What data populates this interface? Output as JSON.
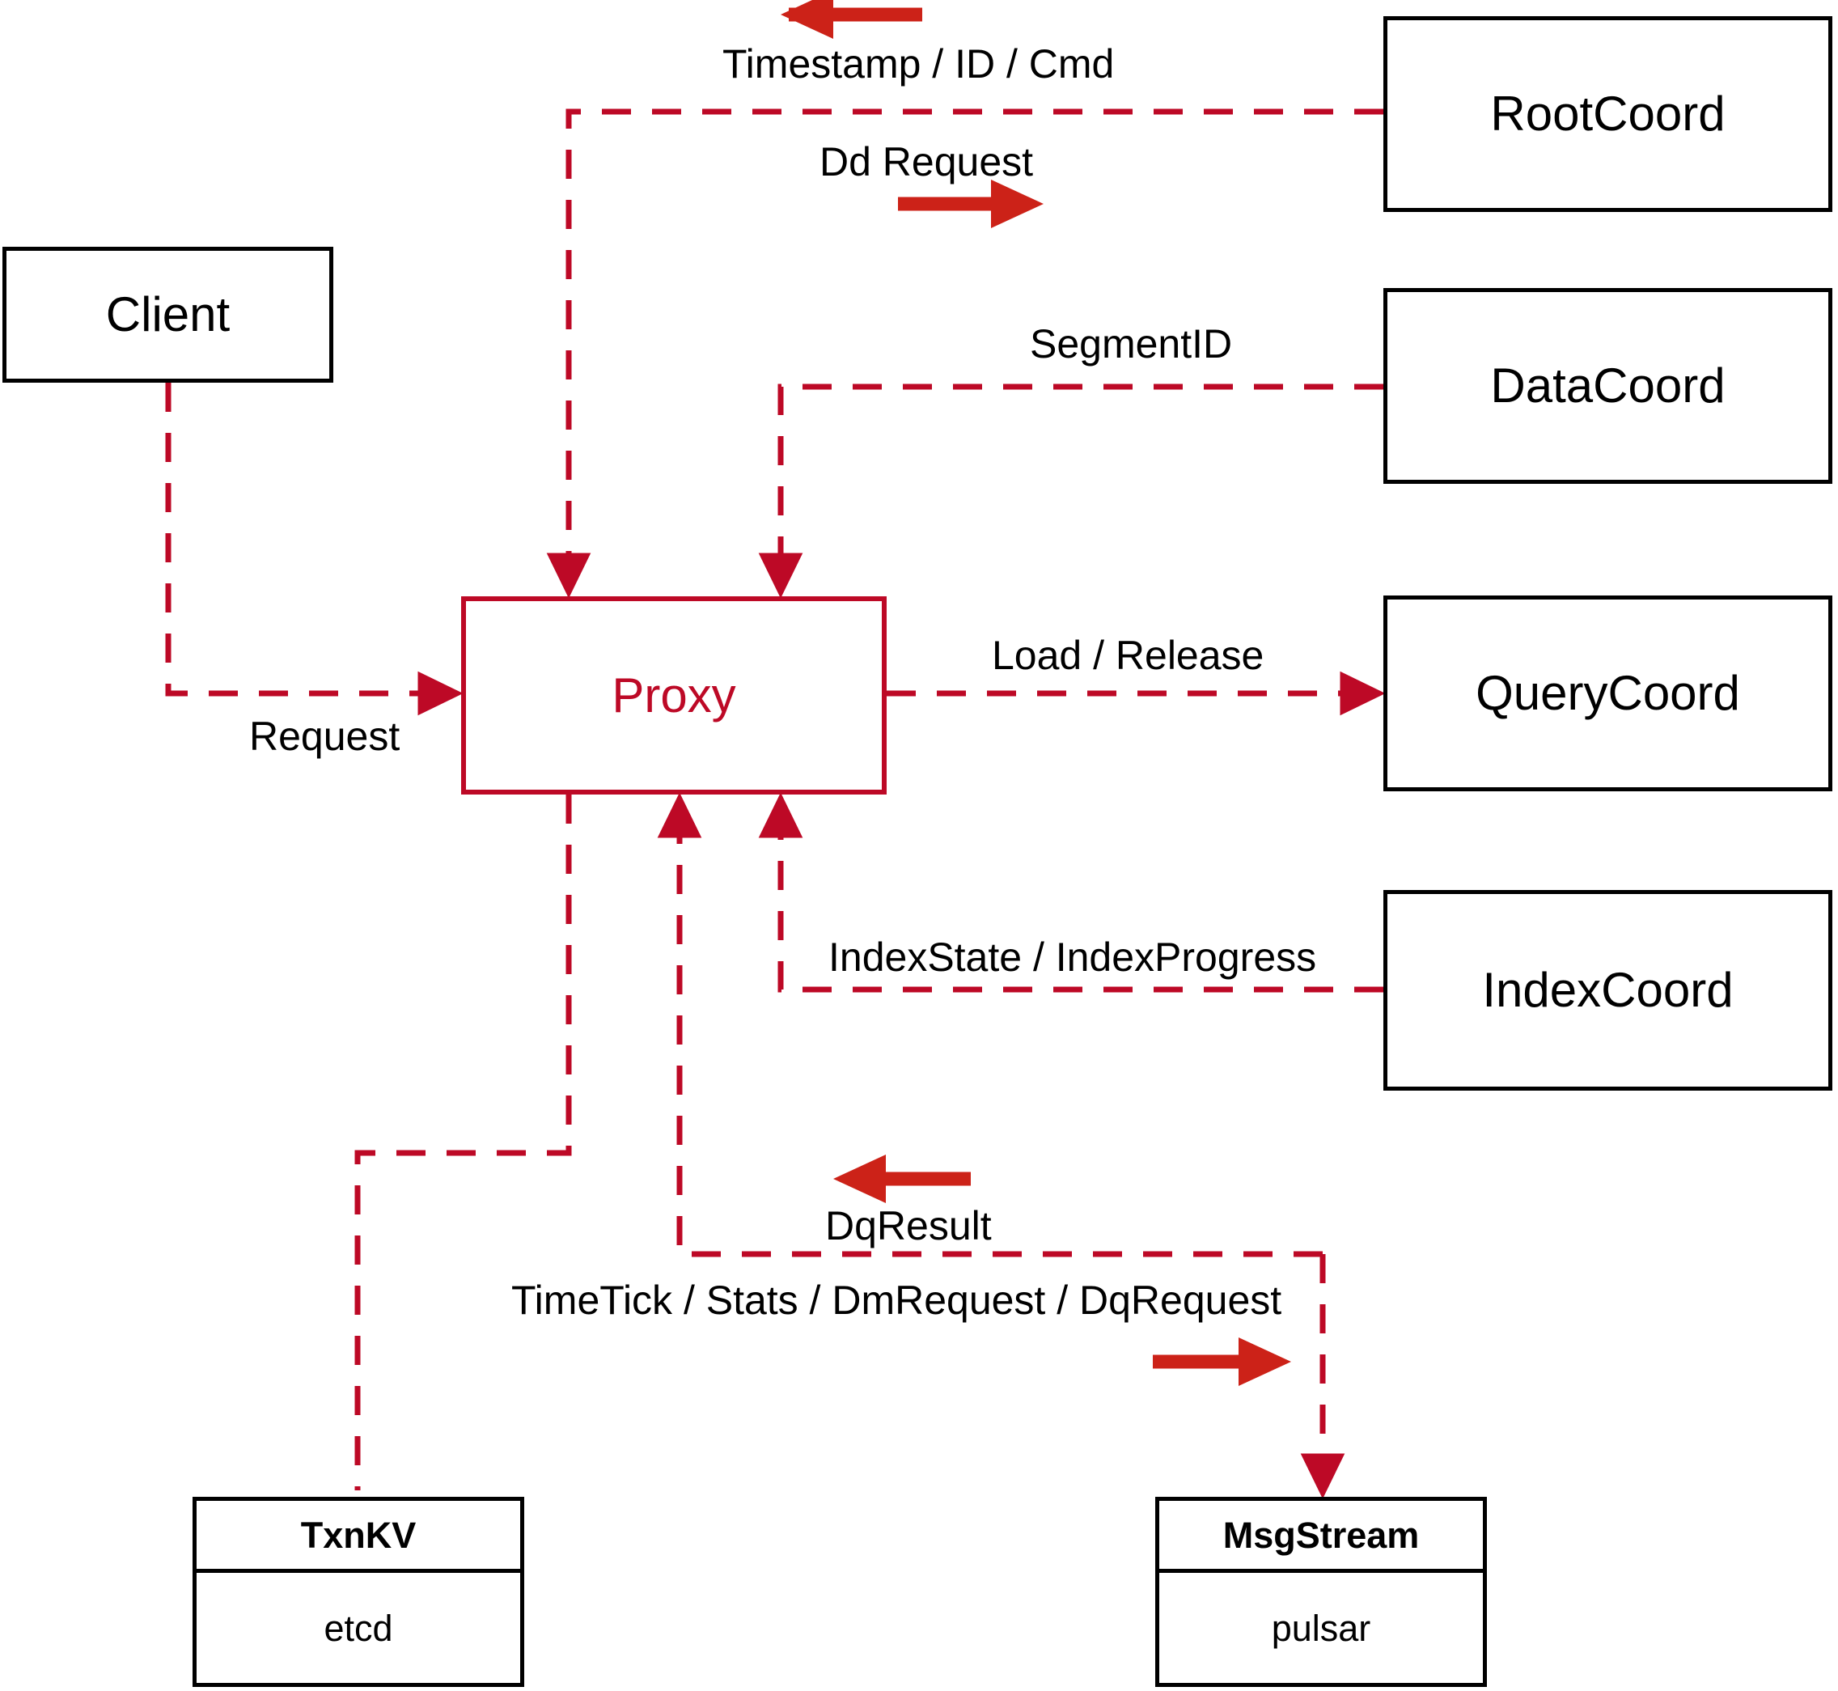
{
  "diagram": {
    "title": "Milvus Proxy interaction diagram",
    "colors": {
      "proxy_red": "#bd0926",
      "arrow_red": "#cc2218",
      "node_black": "#000000",
      "background": "#ffffff"
    }
  },
  "nodes": {
    "client": {
      "label": "Client"
    },
    "proxy": {
      "label": "Proxy"
    },
    "root_coord": {
      "label": "RootCoord"
    },
    "data_coord": {
      "label": "DataCoord"
    },
    "query_coord": {
      "label": "QueryCoord"
    },
    "index_coord": {
      "label": "IndexCoord"
    },
    "txnkv": {
      "header": "TxnKV",
      "body": "etcd"
    },
    "msgstream": {
      "header": "MsgStream",
      "body": "pulsar"
    }
  },
  "edges": [
    {
      "id": "timestamp-id-cmd",
      "label": "Timestamp / ID / Cmd",
      "direction": "left",
      "from": "root_coord",
      "to": "proxy"
    },
    {
      "id": "dd-request",
      "label": "Dd Request",
      "direction": "right",
      "from": "proxy",
      "to": "root_coord"
    },
    {
      "id": "segment-id",
      "label": "SegmentID",
      "direction": "left",
      "from": "data_coord",
      "to": "proxy"
    },
    {
      "id": "load-release",
      "label": "Load / Release",
      "direction": "right",
      "from": "proxy",
      "to": "query_coord"
    },
    {
      "id": "index-state-progress",
      "label": "IndexState / IndexProgress",
      "direction": "left",
      "from": "index_coord",
      "to": "proxy"
    },
    {
      "id": "request",
      "label": "Request",
      "direction": "right",
      "from": "client",
      "to": "proxy"
    },
    {
      "id": "dq-result",
      "label": "DqResult",
      "direction": "left",
      "from": "msgstream",
      "to": "proxy"
    },
    {
      "id": "timetick-stats-dmrequest-dqrequest",
      "label": "TimeTick / Stats / DmRequest / DqRequest",
      "direction": "right",
      "from": "proxy",
      "to": "msgstream"
    },
    {
      "id": "proxy-txnkv",
      "label": "",
      "direction": "down",
      "from": "proxy",
      "to": "txnkv"
    }
  ]
}
